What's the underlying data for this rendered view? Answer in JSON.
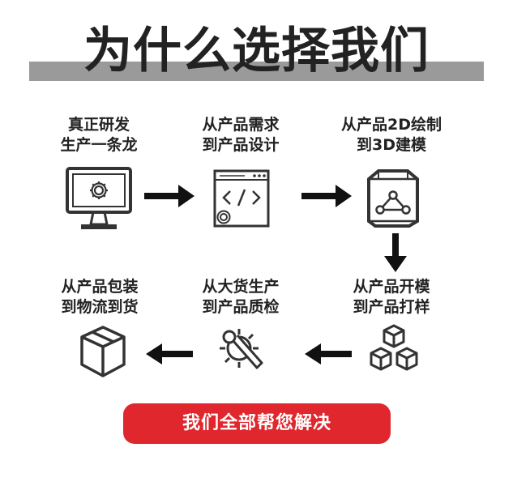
{
  "header": {
    "title": "为什么选择我们"
  },
  "steps": [
    {
      "line1": "真正研发",
      "line2": "生产一条龙",
      "icon": "monitor-gear-icon"
    },
    {
      "line1": "从产品需求",
      "line2": "到产品设计",
      "icon": "code-window-icon"
    },
    {
      "line1": "从产品2D绘制",
      "line2": "到3D建模",
      "icon": "3d-model-icon"
    },
    {
      "line1": "从产品开模",
      "line2": "到产品打样",
      "icon": "cubes-stack-icon"
    },
    {
      "line1": "从大货生产",
      "line2": "到产品质检",
      "icon": "wrench-gear-icon"
    },
    {
      "line1": "从产品包装",
      "line2": "到物流到货",
      "icon": "package-box-icon"
    }
  ],
  "cta": {
    "label": "我们全部帮您解决"
  },
  "colors": {
    "accent": "#e0272e",
    "title_bar": "#9a9a9a",
    "icon": "#333333"
  }
}
